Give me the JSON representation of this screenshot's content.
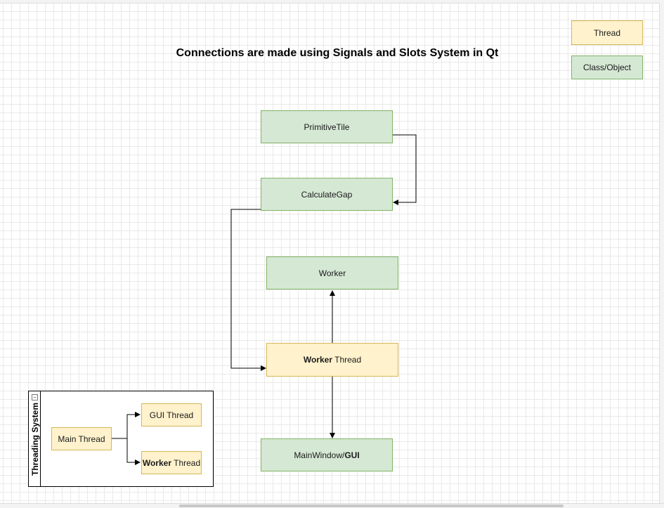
{
  "title": "Connections are made using Signals and Slots System in Qt",
  "legend": {
    "thread": "Thread",
    "class_object": "Class/Object"
  },
  "nodes": {
    "primitive_tile": "PrimitiveTile",
    "calculate_gap": "CalculateGap",
    "worker": "Worker",
    "worker_thread_bold": "Worker",
    "worker_thread_rest": " Thread",
    "main_window_prefix": "MainWindow/",
    "main_window_bold": "GUI"
  },
  "threading_system": {
    "label": "Threading System",
    "collapse_symbol": "−",
    "main_thread": "Main Thread",
    "gui_thread": "GUI Thread",
    "worker_thread_bold": "Worker",
    "worker_thread_rest": " Thread"
  },
  "colors": {
    "thread_fill": "#fff2cc",
    "thread_stroke": "#d6b656",
    "class_fill": "#d5e8d4",
    "class_stroke": "#82b366"
  }
}
